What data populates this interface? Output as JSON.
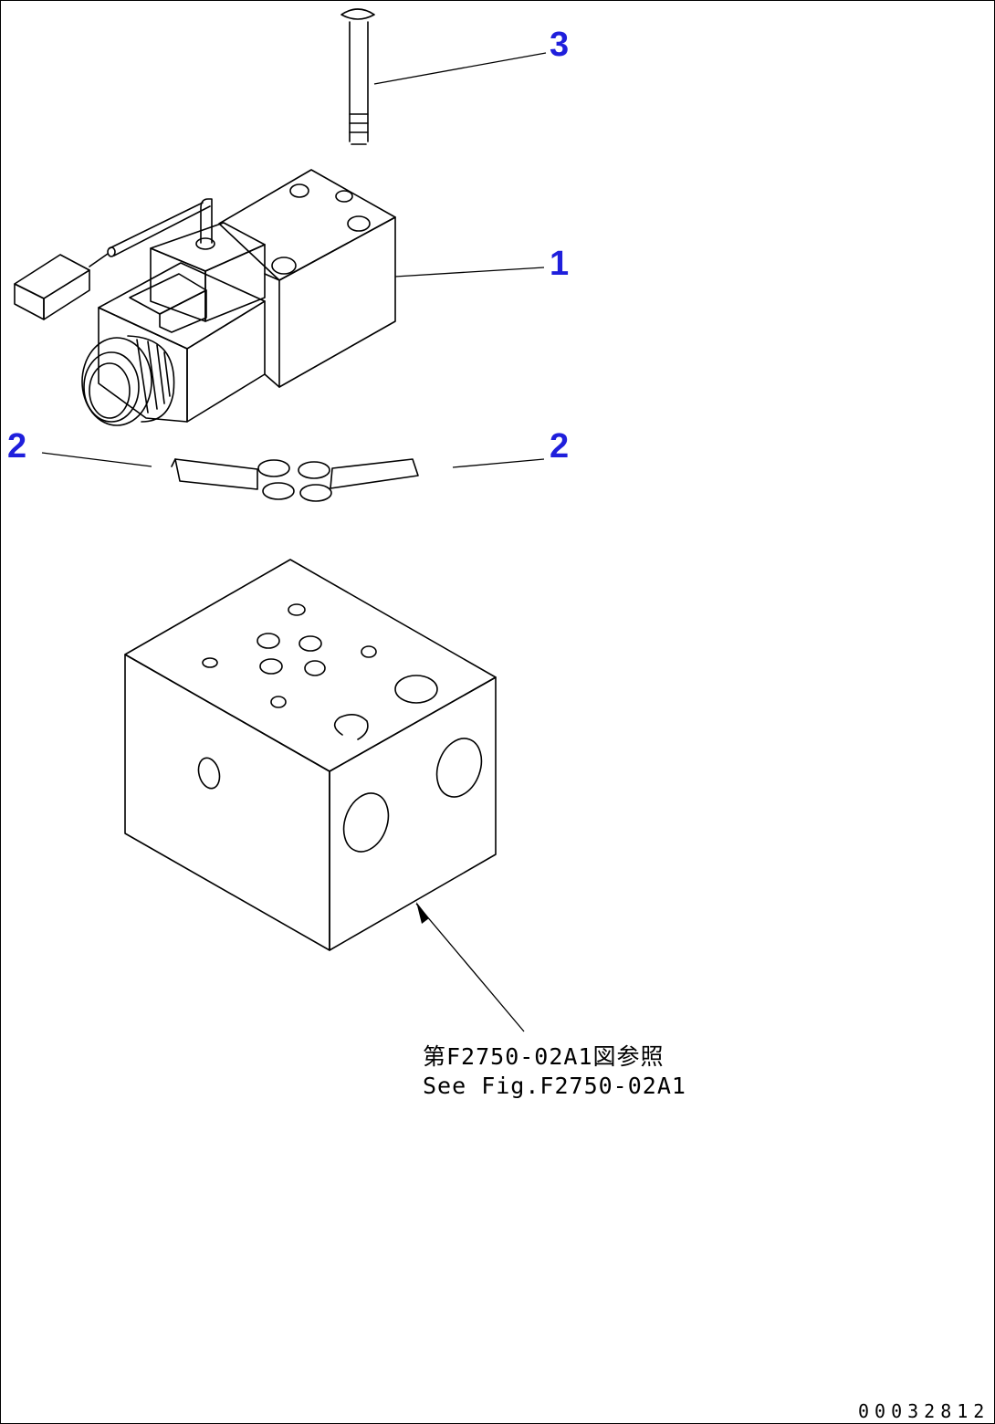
{
  "callouts": {
    "bolt": "3",
    "valve": "1",
    "oring_left": "2",
    "oring_right": "2"
  },
  "note": {
    "japanese": "第F2750-02A1図参照",
    "english": "See Fig.F2750-02A1"
  },
  "document_id": "00032812",
  "colors": {
    "callout": "#1f1fdc",
    "line": "#000000",
    "background": "#ffffff"
  }
}
